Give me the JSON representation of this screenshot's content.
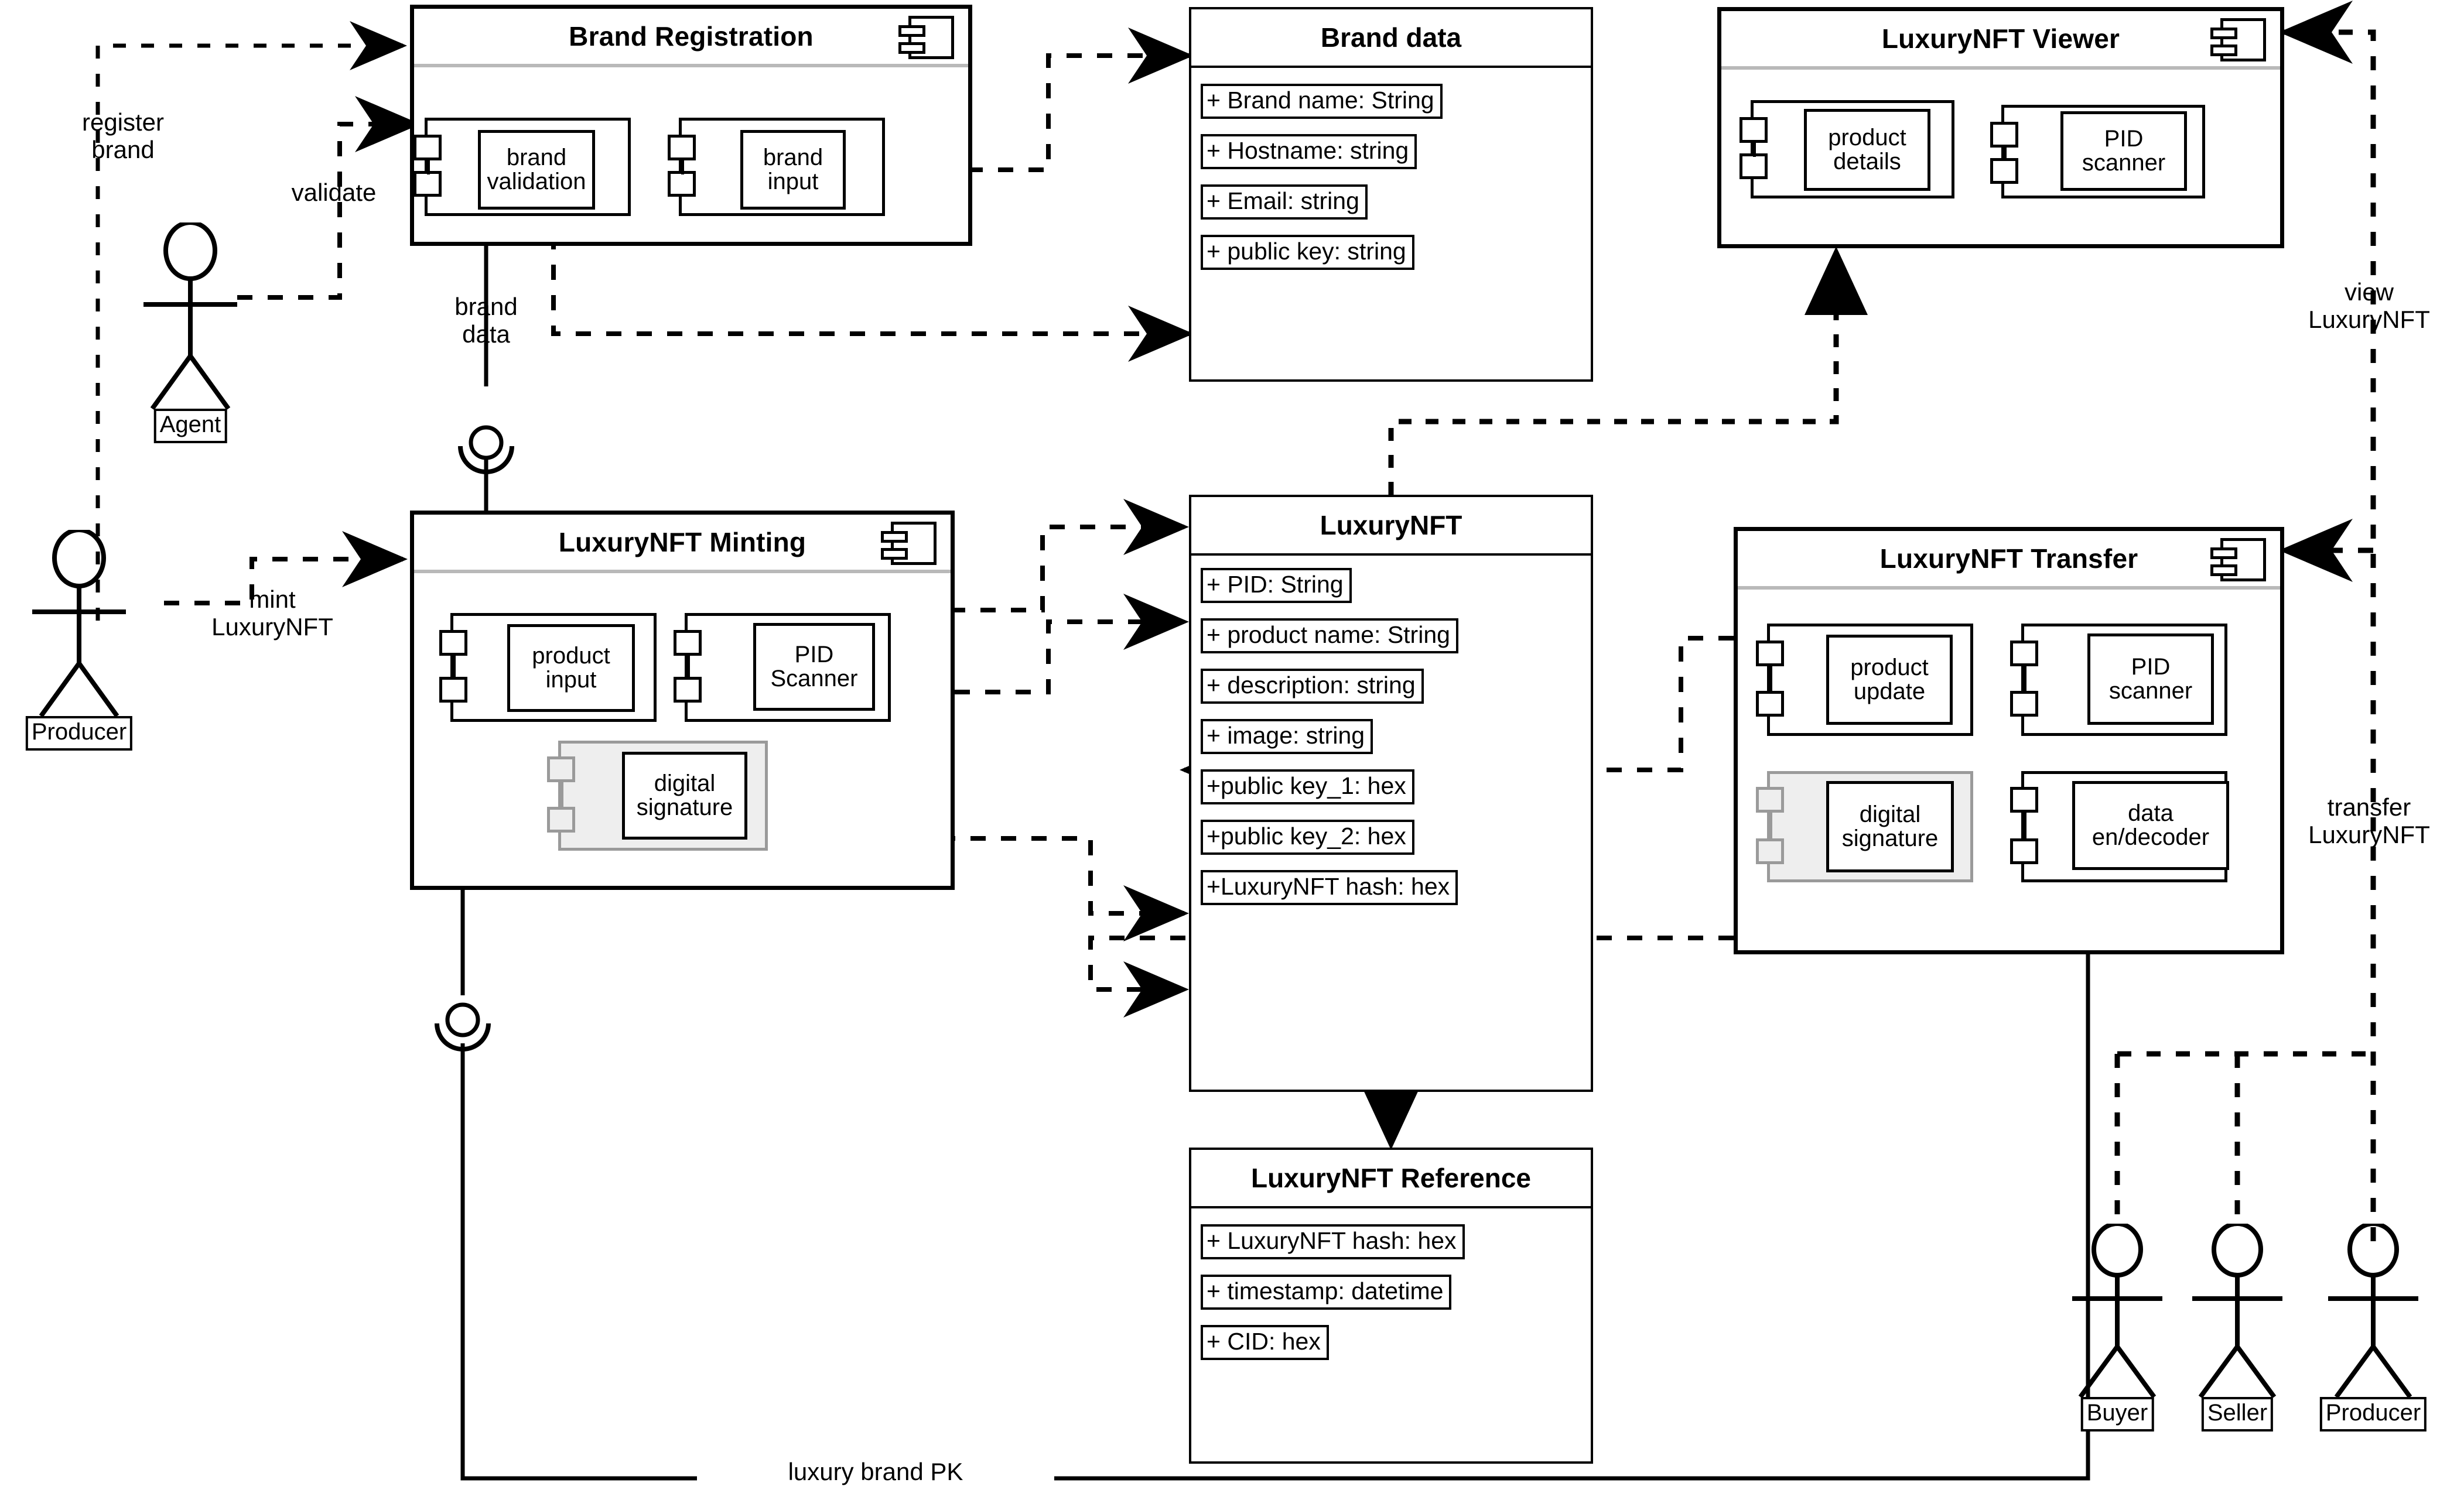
{
  "diagram": {
    "type": "uml-component-diagram",
    "title": "LuxuryNFT component diagram"
  },
  "components": [
    {
      "id": "brand-registration",
      "title": "Brand Registration",
      "icon": "component-icon",
      "subcomponents": [
        {
          "id": "brand-validation",
          "label": "brand\nvalidation"
        },
        {
          "id": "brand-input",
          "label": "brand\ninput"
        }
      ]
    },
    {
      "id": "luxurynft-viewer",
      "title": "LuxuryNFT Viewer",
      "icon": "component-icon",
      "subcomponents": [
        {
          "id": "product-details",
          "label": "product\ndetails"
        },
        {
          "id": "pid-scanner-viewer",
          "label": "PID\nscanner"
        }
      ]
    },
    {
      "id": "luxurynft-minting",
      "title": "LuxuryNFT Minting",
      "icon": "component-icon",
      "subcomponents": [
        {
          "id": "product-input",
          "label": "product\ninput"
        },
        {
          "id": "pid-scanner-minting",
          "label": "PID\nScanner"
        },
        {
          "id": "digital-signature-minting",
          "label": "digital\nsignature"
        }
      ]
    },
    {
      "id": "luxurynft-transfer",
      "title": "LuxuryNFT Transfer",
      "icon": "component-icon",
      "subcomponents": [
        {
          "id": "product-update",
          "label": "product\nupdate"
        },
        {
          "id": "pid-scanner-transfer",
          "label": "PID\nscanner"
        },
        {
          "id": "digital-signature-transfer",
          "label": "digital\nsignature"
        },
        {
          "id": "data-en-decoder",
          "label": "data\nen/decoder"
        }
      ]
    }
  ],
  "classes": [
    {
      "id": "brand-data",
      "title": "Brand data",
      "attributes": [
        "+ Brand name: String",
        "+ Hostname: string",
        "+ Email: string",
        "+ public key: string"
      ]
    },
    {
      "id": "luxurynft",
      "title": "LuxuryNFT",
      "attributes": [
        "+ PID: String",
        "+ product name: String",
        "+ description: string",
        "+ image: string",
        "+public key_1: hex",
        "+public key_2: hex",
        "+LuxuryNFT hash: hex"
      ]
    },
    {
      "id": "luxurynft-reference",
      "title": "LuxuryNFT Reference",
      "attributes": [
        "+ LuxuryNFT hash: hex",
        "+ timestamp: datetime",
        "+ CID: hex"
      ]
    }
  ],
  "actors": [
    {
      "id": "agent",
      "name": "Agent"
    },
    {
      "id": "producer-left",
      "name": "Producer"
    },
    {
      "id": "buyer",
      "name": "Buyer"
    },
    {
      "id": "seller",
      "name": "Seller"
    },
    {
      "id": "producer-right",
      "name": "Producer"
    }
  ],
  "edge_labels": [
    {
      "id": "register-brand",
      "text": "register\nbrand"
    },
    {
      "id": "validate",
      "text": "validate"
    },
    {
      "id": "brand-data-iface",
      "text": "brand\ndata"
    },
    {
      "id": "mint-luxurynft",
      "text": "mint\nLuxuryNFT"
    },
    {
      "id": "view-luxurynft",
      "text": "view\nLuxuryNFT"
    },
    {
      "id": "transfer-luxurynft",
      "text": "transfer\nLuxuryNFT"
    },
    {
      "id": "luxury-brand-pk",
      "text": "luxury brand PK"
    }
  ],
  "colors": {
    "stroke": "#000000",
    "background": "#ffffff",
    "header_divider": "#b9b9b9",
    "grey_subcomponent": "#eeeeee"
  }
}
